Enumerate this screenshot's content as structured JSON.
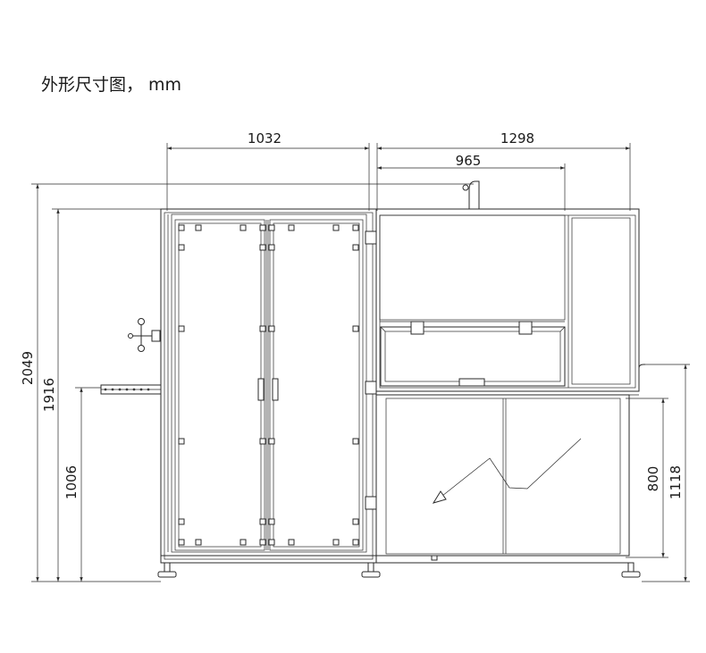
{
  "title": "外形尺寸图，  mm",
  "dimensions": {
    "left_width": "1032",
    "right_width": "1298",
    "window_width": "965",
    "total_height": "2049",
    "cabinet_height": "1916",
    "conveyor_height": "1006",
    "table_height": "800",
    "rail_height": "1118"
  },
  "colors": {
    "line": "#2a2a2a",
    "background": "#ffffff"
  }
}
